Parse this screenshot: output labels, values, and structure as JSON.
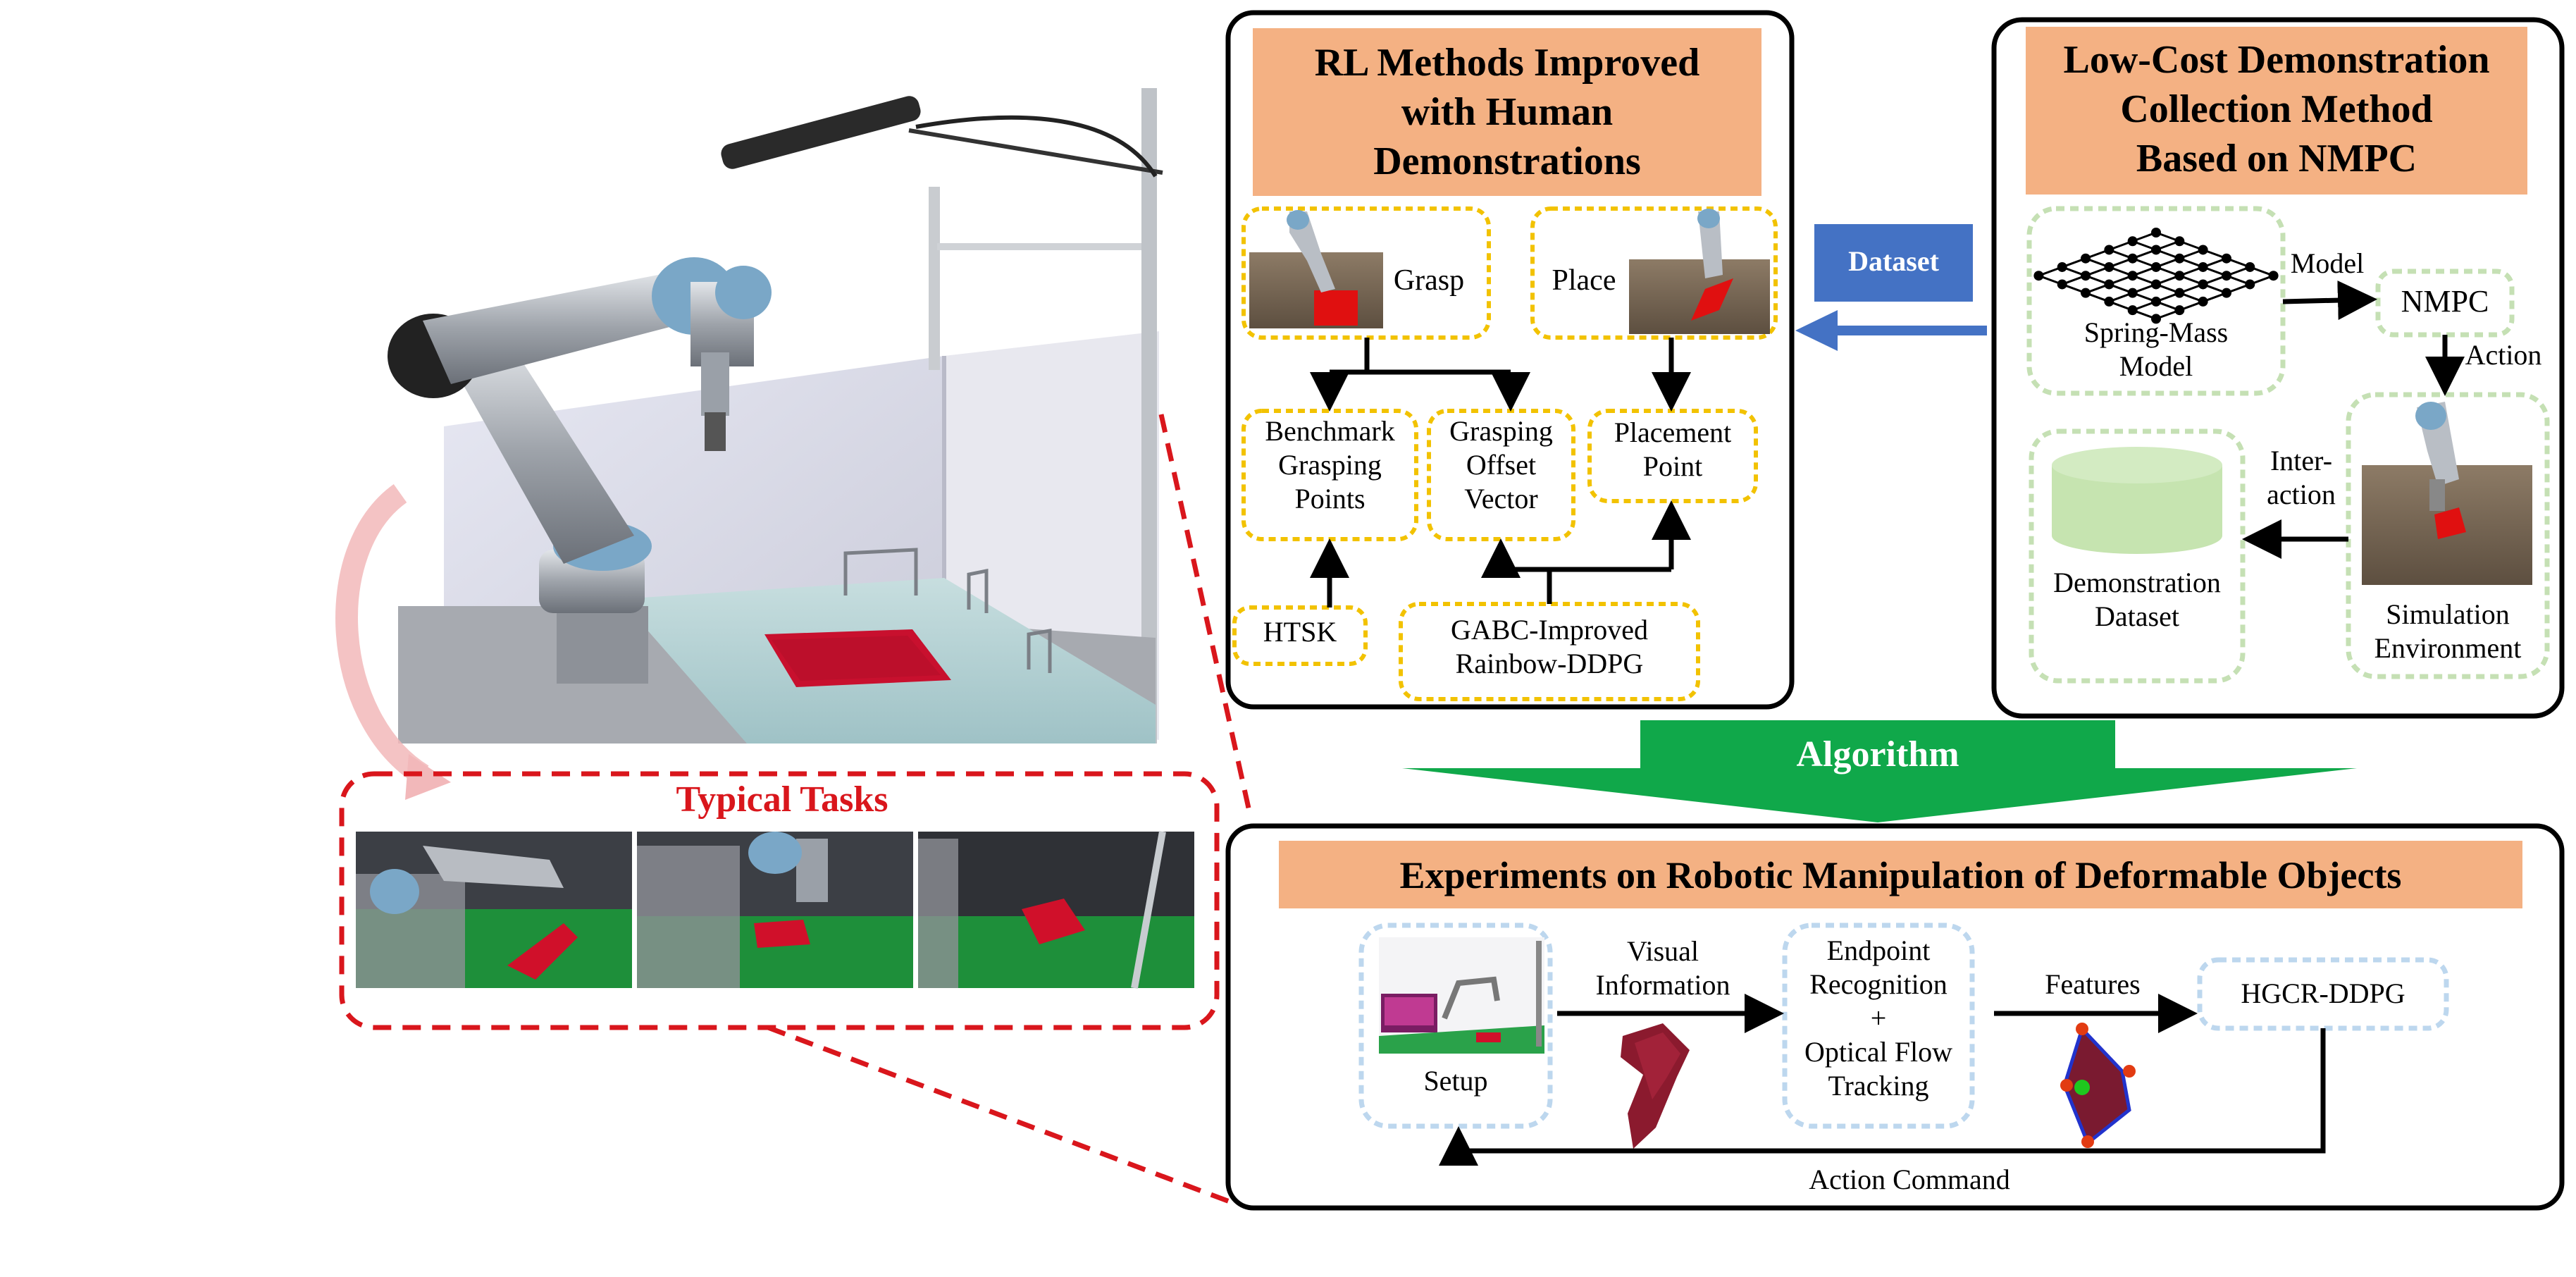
{
  "colors": {
    "orange_header": "#F4B183",
    "yellow_dotted": "#F2C200",
    "green_dotted": "#C5E0B4",
    "blue_dotted": "#BDD7EE",
    "red_dashed": "#D9161C",
    "dataset_blue": "#4472C4",
    "algorithm_green": "#10A84A",
    "table_green": "#1E8F3A",
    "towel_red": "#C8102E",
    "cylinder_green": "#C6E4B0"
  },
  "left": {
    "photo_icon": "robot-arm-photo",
    "typical_tasks_title": "Typical Tasks",
    "task_photos": [
      "task-photo-1",
      "task-photo-2",
      "task-photo-3"
    ]
  },
  "rl_panel": {
    "title": "RL Methods Improved\nwith Human\nDemonstrations",
    "grasp_label": "Grasp",
    "place_label": "Place",
    "benchmark": "Benchmark\nGrasping\nPoints",
    "grasping_offset": "Grasping\nOffset\nVector",
    "placement_point": "Placement\nPoint",
    "htsk": "HTSK",
    "gabc": "GABC-Improved\nRainbow-DDPG"
  },
  "dataset_label": "Dataset",
  "nmpc_panel": {
    "title": "Low-Cost Demonstration\nCollection Method\nBased on NMPC",
    "spring_mass": "Spring-Mass\nModel",
    "model_label": "Model",
    "nmpc": "NMPC",
    "action_label": "Action",
    "interaction_label": "Inter-\naction",
    "demonstration_dataset": "Demonstration\nDataset",
    "simulation_environment": "Simulation\nEnvironment"
  },
  "algorithm_label": "Algorithm",
  "experiments_panel": {
    "title": "Experiments on Robotic Manipulation of Deformable Objects",
    "setup": "Setup",
    "visual_information": "Visual\nInformation",
    "endpoint_recognition": "Endpoint\nRecognition\n+\nOptical Flow\nTracking",
    "features": "Features",
    "hgcr_ddpg": "HGCR-DDPG",
    "action_command": "Action Command"
  }
}
